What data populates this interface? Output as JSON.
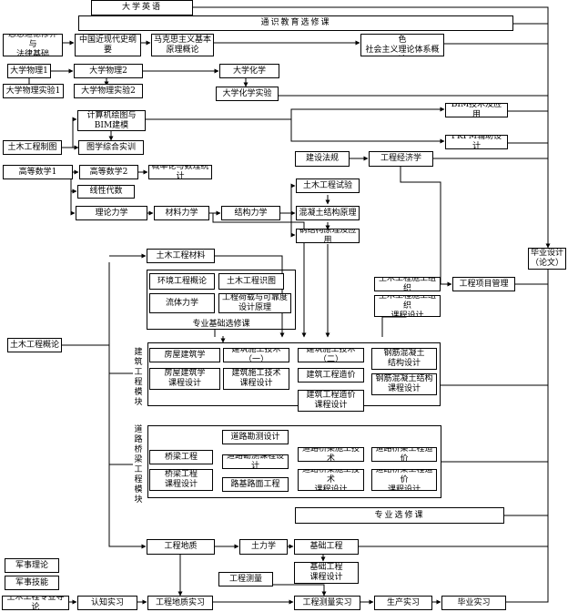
{
  "nodes": {
    "college_english": "大学英语",
    "general_elective": "通识教育选修课",
    "ideology_law": "思想道德修养与\n法律基础",
    "modern_history": "中国近现代史纲\n要",
    "marxism": "马克思主义基本\n原理概论",
    "mao_theory": "毛泽东思想和中国特色\n社会主义理论体系概论",
    "physics1": "大学物理1",
    "physics2": "大学物理2",
    "chemistry": "大学化学",
    "physics_lab1": "大学物理实验1",
    "physics_lab2": "大学物理实验2",
    "chemistry_lab": "大学化学实验",
    "cad_bim": "计算机绘图与\nBIM建模",
    "bim_app": "BIM技术及应用",
    "civil_drawing": "土木工程制图",
    "drawing_practice": "图学综合实训",
    "pkpm": "PKPM辅助设计",
    "construction_law": "建设法规",
    "engineering_economics": "工程经济学",
    "math1": "高等数学1",
    "math2": "高等数学2",
    "probability": "概率论与数理统计",
    "linear_algebra": "线性代数",
    "theoretical_mechanics": "理论力学",
    "material_mechanics": "材料力学",
    "structural_mechanics": "结构力学",
    "civil_test": "土木工程试验",
    "concrete_principle": "混凝土结构原理",
    "steel_structure": "钢结构原理及应用",
    "civil_materials": "土木工程材料",
    "environmental": "环境工程概论",
    "civil_drawing_reading": "土木工程识图",
    "fluid_mechanics": "流体力学",
    "load_reliability": "工程荷载与可靠度\n设计原理",
    "major_basic_elective": "专业基础选修课",
    "civil_construction_org": "土木工程施工组织",
    "construction_org_design": "土木工程施工组织\n课程设计",
    "project_management": "工程项目管理",
    "graduation_design": "毕业设计\n（论文）",
    "intro_civil": "土木工程概论",
    "housing_arch": "房屋建筑学",
    "housing_arch_design": "房屋建筑学\n课程设计",
    "building_construction1": "建筑施工技术（一）",
    "building_construction_design": "建筑施工技术\n课程设计",
    "building_construction2": "建筑施工技术（二）",
    "building_cost": "建筑工程造价",
    "building_cost_design": "建筑工程造价\n课程设计",
    "rc_structure_design": "钢筋混凝土\n结构设计",
    "rc_structure_course": "钢筋混凝土结构\n课程设计",
    "road_survey": "道路勘测设计",
    "bridge_engineering": "桥梁工程",
    "road_survey_design": "道路勘测课程设计",
    "road_bridge_construction": "道路桥梁施工技术",
    "road_bridge_cost": "道路桥梁工程造价",
    "bridge_course_design": "桥梁工程\n课程设计",
    "subgrade_pavement": "路基路面工程",
    "road_bridge_construction_design": "道路桥梁施工技术\n课程设计",
    "road_bridge_cost_design": "道路桥梁工程造价\n课程设计",
    "major_elective": "专业选修课",
    "engineering_geology": "工程地质",
    "soil_mechanics": "土力学",
    "foundation_engineering": "基础工程",
    "foundation_design": "基础工程\n课程设计",
    "engineering_survey": "工程测量",
    "military_theory": "军事理论",
    "military_skills": "军事技能",
    "major_guidance": "土木工程专业导论",
    "cognition_practice": "认知实习",
    "geology_practice": "工程地质实习",
    "survey_practice": "工程测量实习",
    "production_practice": "生产实习",
    "graduation_practice": "毕业实习"
  },
  "modules": {
    "building_module": "建\n筑\n工\n程\n模\n块",
    "road_bridge_module": "道\n路\n桥\n梁\n工\n程\n模\n块"
  }
}
